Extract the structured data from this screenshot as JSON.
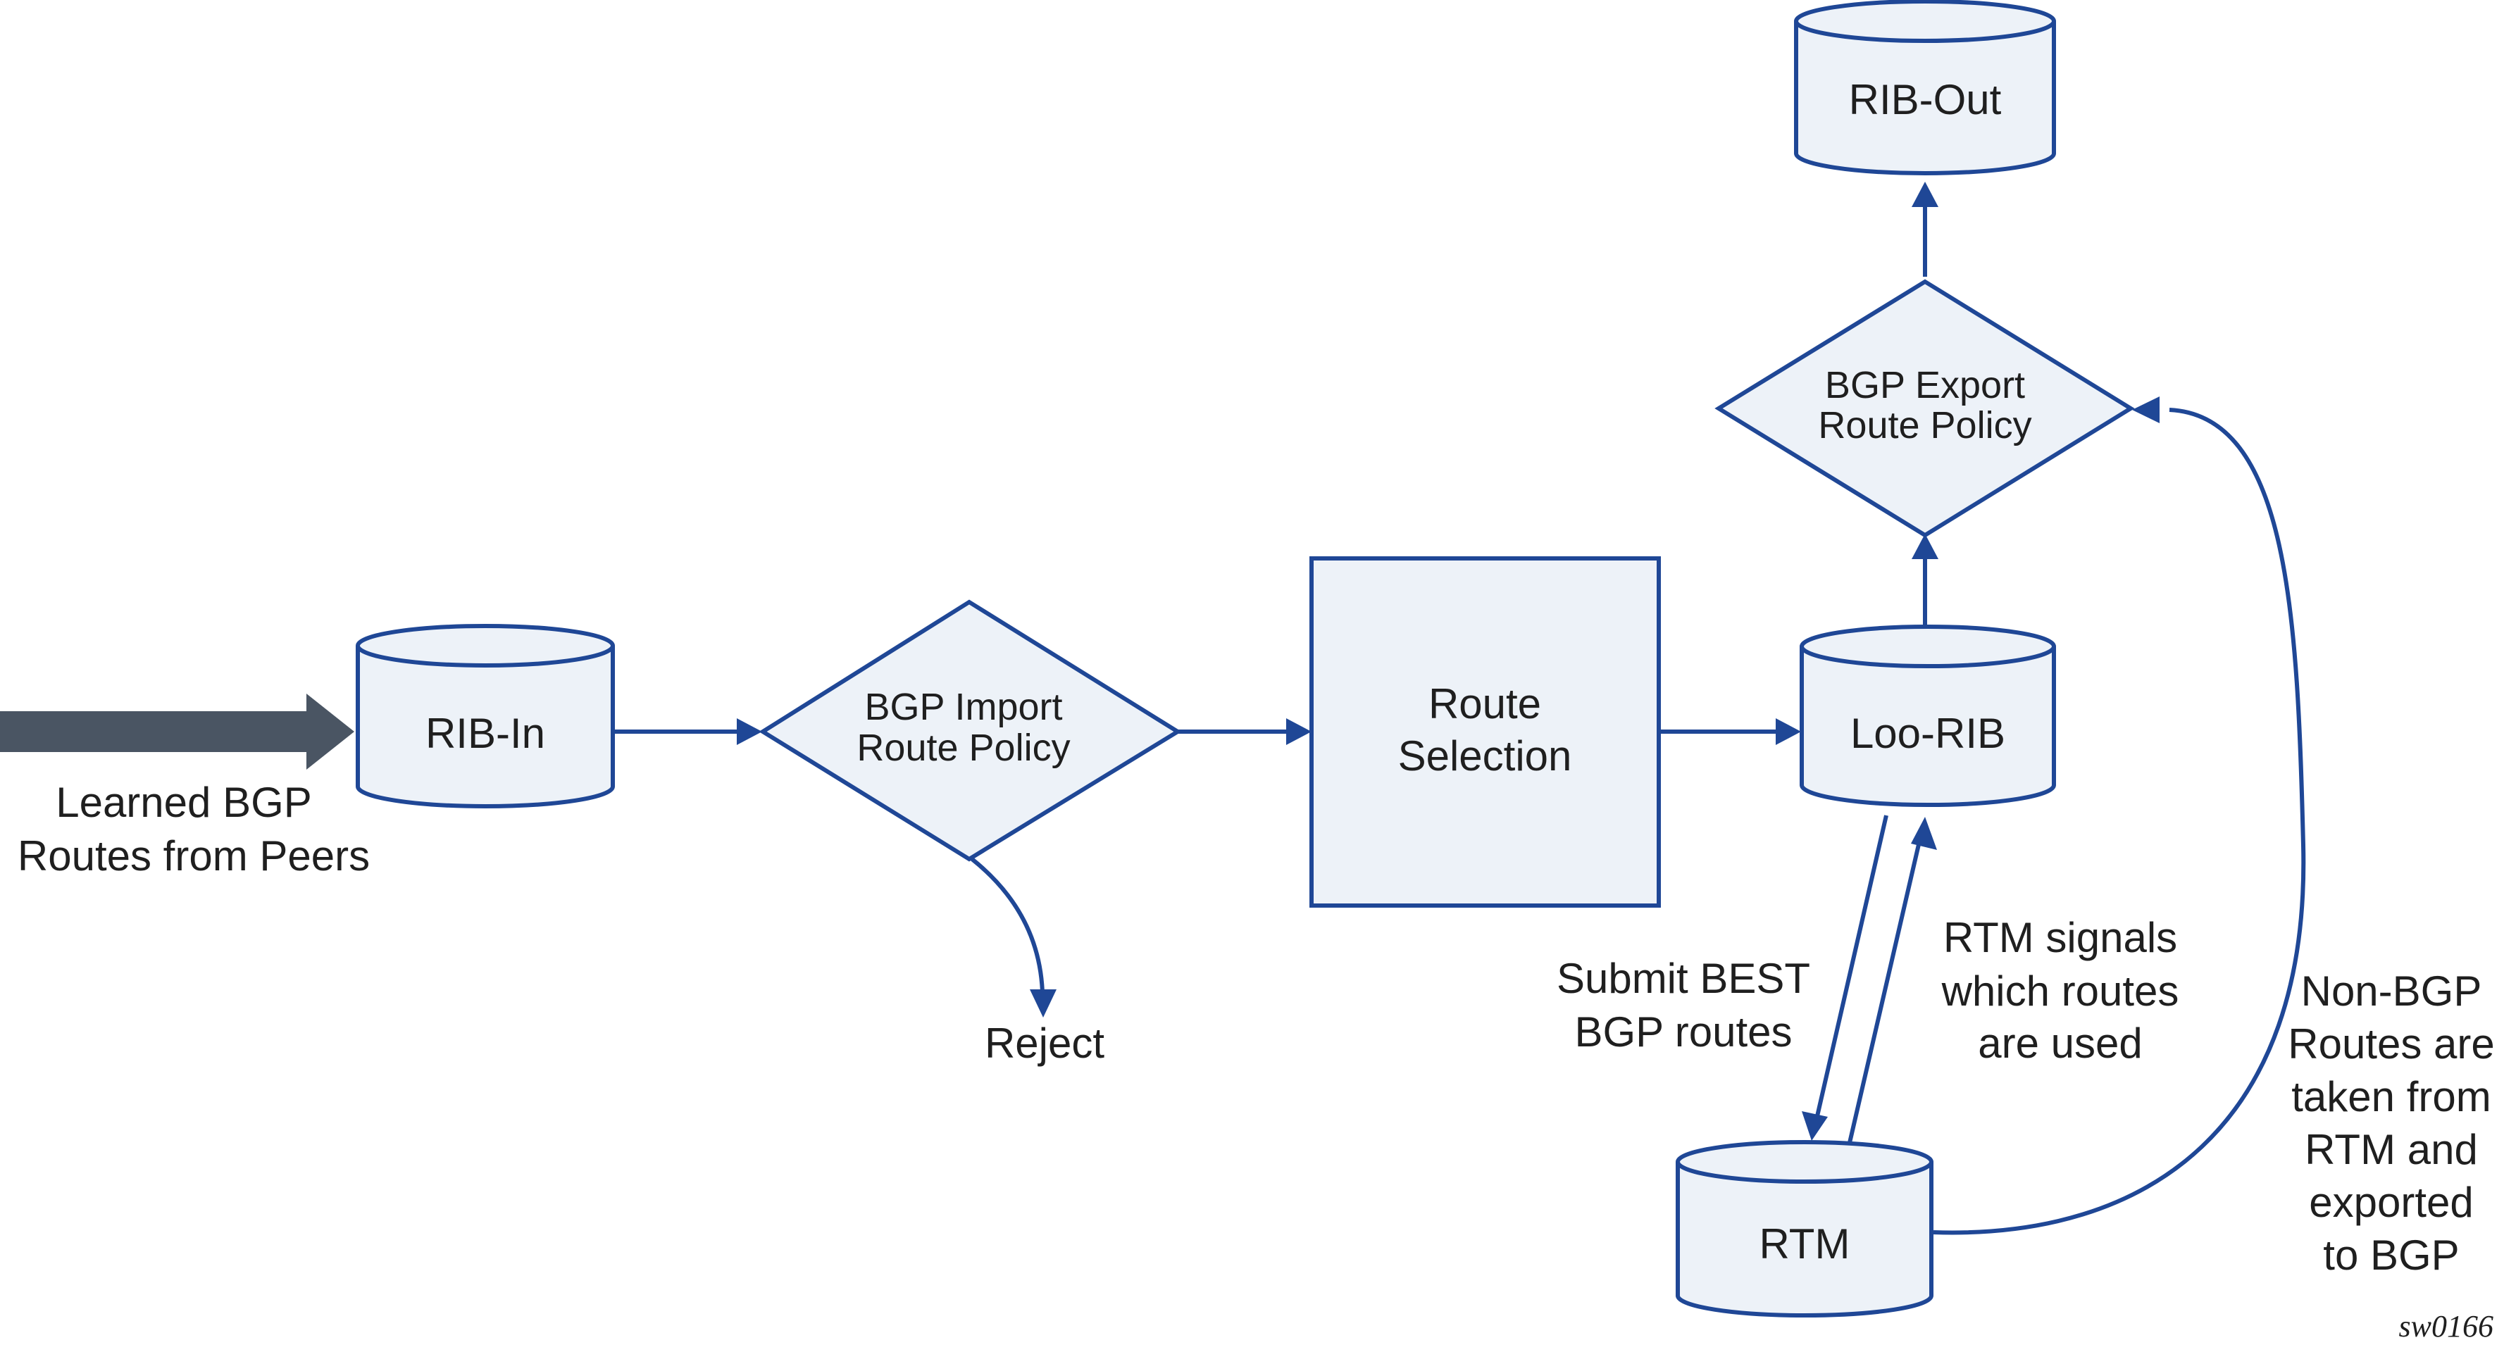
{
  "nodes": {
    "rib_out": {
      "label": "RIB-Out"
    },
    "bgp_export": {
      "line1": "BGP Export",
      "line2": "Route Policy"
    },
    "rib_in": {
      "label": "RIB-In"
    },
    "bgp_import": {
      "line1": "BGP Import",
      "line2": "Route Policy"
    },
    "route_selection": {
      "line1": "Route",
      "line2": "Selection"
    },
    "loo_rib": {
      "label": "Loo-RIB"
    },
    "rtm": {
      "label": "RTM"
    }
  },
  "labels": {
    "learned": {
      "line1": "Learned BGP",
      "line2": "Routes from Peers"
    },
    "reject": "Reject",
    "submit_best": {
      "line1": "Submit BEST",
      "line2": "BGP routes"
    },
    "rtm_signals": {
      "line1": "RTM signals",
      "line2": "which routes",
      "line3": "are used"
    },
    "non_bgp": {
      "line1": "Non-BGP",
      "line2": "Routes are",
      "line3": "taken from",
      "line4": "RTM and",
      "line5": "exported",
      "line6": "to BGP"
    }
  },
  "figure_id": "sw0166",
  "colors": {
    "stroke": "#1f4796",
    "fill": "#edf2f8",
    "input_arrow": "#4a5563"
  }
}
